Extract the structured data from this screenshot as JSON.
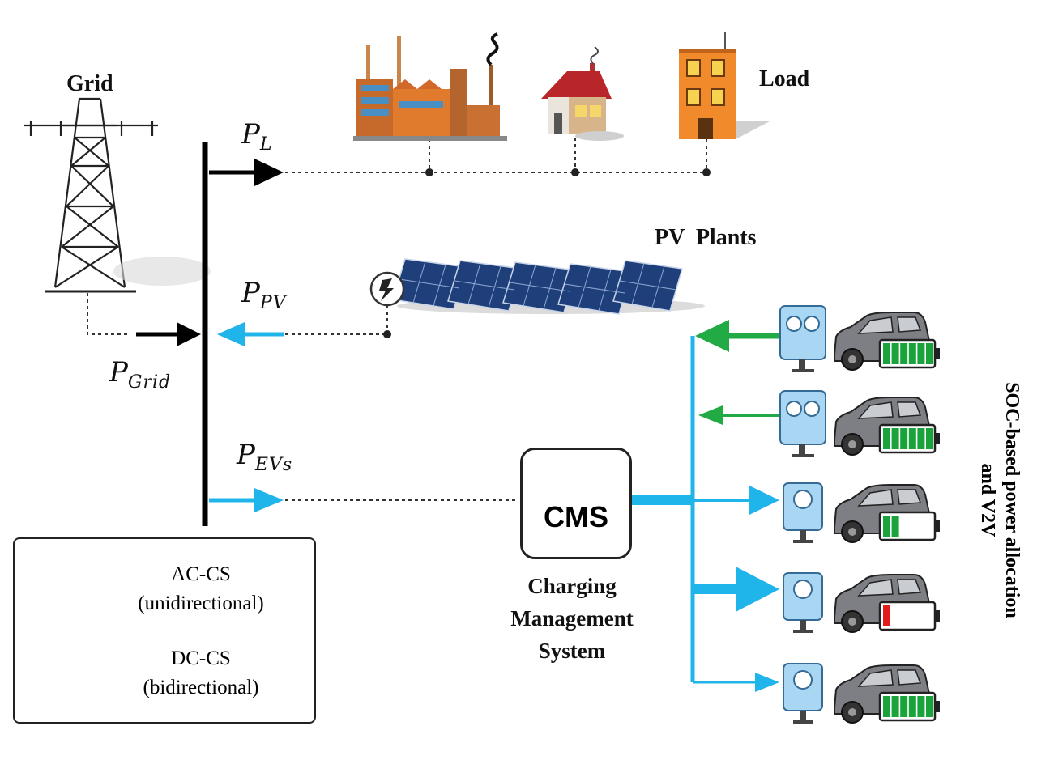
{
  "labels": {
    "grid": "Grid",
    "load": "Load",
    "pv_plants": "PV  Plants",
    "p_l": {
      "base": "P",
      "sub": "L"
    },
    "p_pv": {
      "base": "P",
      "sub": "PV"
    },
    "p_grid": {
      "base": "P",
      "sub": "Grid"
    },
    "p_evs": {
      "base": "P",
      "sub": "EVs"
    },
    "cms": "CMS",
    "cms_caption_1": "Charging",
    "cms_caption_2": "Management",
    "cms_caption_3": "System",
    "side_1": "SOC-based power allocation",
    "side_2": "and V2V"
  },
  "legend": {
    "ac_title": "AC-CS",
    "ac_desc": "(unidirectional)",
    "dc_title": "DC-CS",
    "dc_desc": "(bidirectional)"
  },
  "stations": [
    {
      "type": "DC-CS",
      "flow": "to-bus",
      "soc": 1.0,
      "battery_color": "#1aa33a"
    },
    {
      "type": "DC-CS",
      "flow": "to-bus",
      "soc": 1.0,
      "battery_color": "#1aa33a"
    },
    {
      "type": "AC-CS",
      "flow": "to-car",
      "soc": 0.4,
      "battery_color": "#1aa33a"
    },
    {
      "type": "AC-CS",
      "flow": "to-car",
      "soc": 0.15,
      "battery_color": "#e31b1b"
    },
    {
      "type": "AC-CS",
      "flow": "to-car",
      "soc": 1.0,
      "battery_color": "#1aa33a"
    }
  ],
  "colors": {
    "bus": "#000000",
    "ev_flow": "#1fb4ea",
    "v2v_flow": "#22aa44",
    "station_fill": "#a9d6f2",
    "car_body": "#7d7f84"
  }
}
